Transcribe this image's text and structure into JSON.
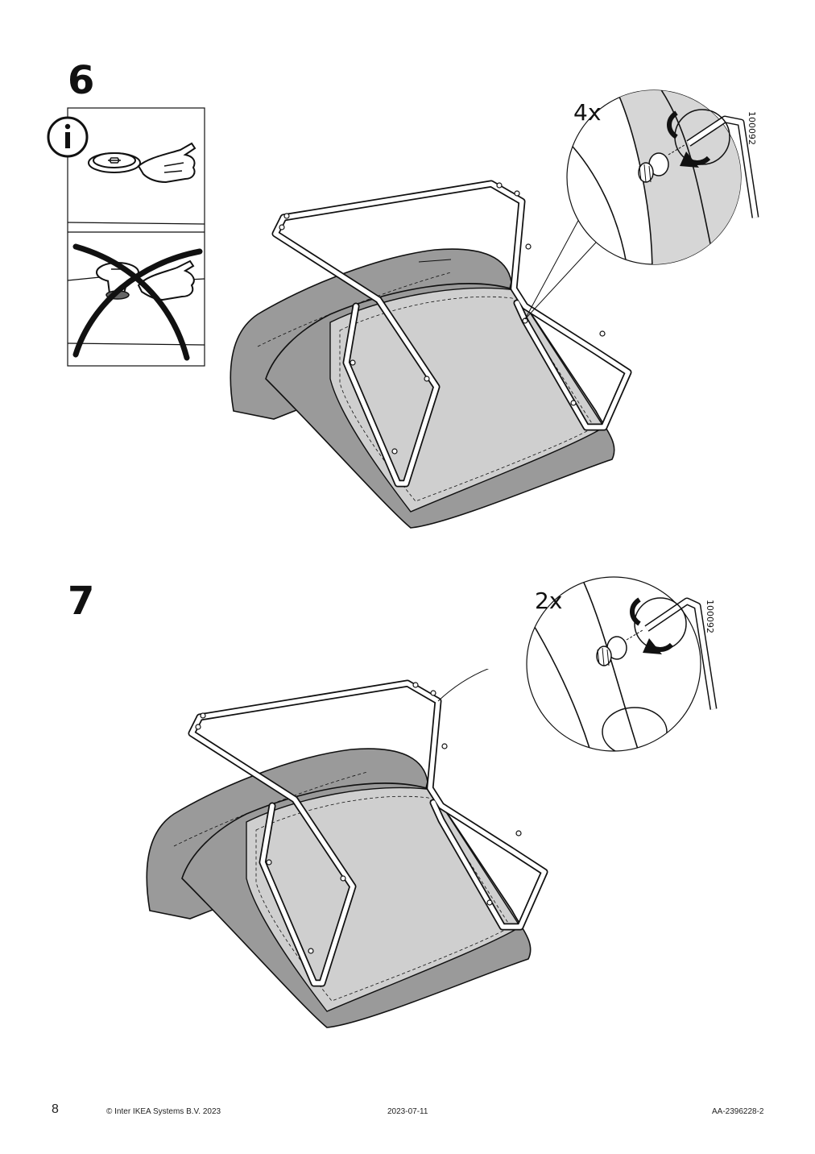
{
  "steps": [
    {
      "number": "6",
      "quantity": "4x",
      "part_number": "100092"
    },
    {
      "number": "7",
      "quantity": "2x",
      "part_number": "100092"
    }
  ],
  "info_panel": {
    "icon": "info-icon"
  },
  "footer": {
    "page_number": "8",
    "copyright": "© Inter IKEA Systems B.V. 2023",
    "date": "2023-07-11",
    "doc_code": "AA-2396228-2"
  },
  "colors": {
    "ink": "#111111",
    "upholstery": "#9a9a9a",
    "seat": "#cfcfcf",
    "detail_bg": "#d6d6d6"
  }
}
